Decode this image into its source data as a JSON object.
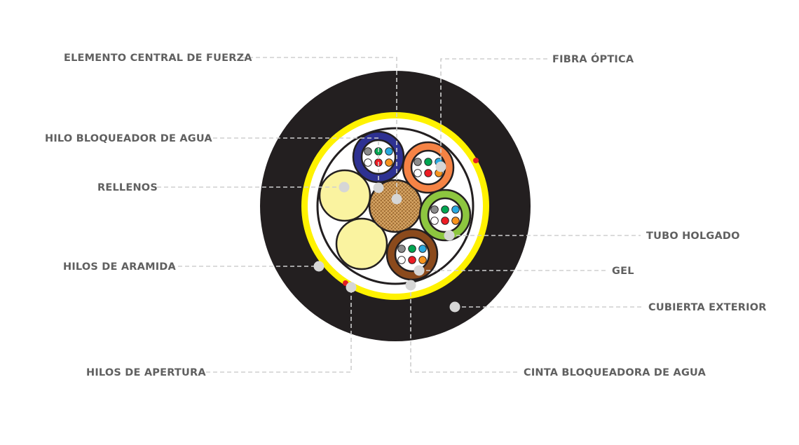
{
  "labels": {
    "central_strength_member": "ELEMENTO CENTRAL DE FUERZA",
    "water_blocking_yarn": "HILO BLOQUEADOR DE AGUA",
    "fillers": "RELLENOS",
    "aramid_yarns": "HILOS DE ARAMIDA",
    "ripcords": "HILOS DE APERTURA",
    "optical_fiber": "FIBRA ÓPTICA",
    "loose_tube": "TUBO HOLGADO",
    "gel": "GEL",
    "outer_jacket": "CUBIERTA EXTERIOR",
    "water_blocking_tape": "CINTA BLOQUEADORA DE AGUA"
  },
  "colors": {
    "jacket": "#231f20",
    "aramid_ring": "#fff200",
    "ripcord": "#e31e24",
    "filler": "#faf3a0",
    "tube_blue": "#2e3192",
    "tube_orange": "#f58345",
    "tube_green": "#8dc63f",
    "tube_brown": "#8b4a1c",
    "central_member": "#c8924f",
    "leader": "#cfcfcf",
    "label_text": "#606060"
  },
  "fiber_colors": [
    "#8c8c8c",
    "#00a651",
    "#29a9e0",
    "#ffffff",
    "#ed1c24",
    "#f7941d"
  ]
}
